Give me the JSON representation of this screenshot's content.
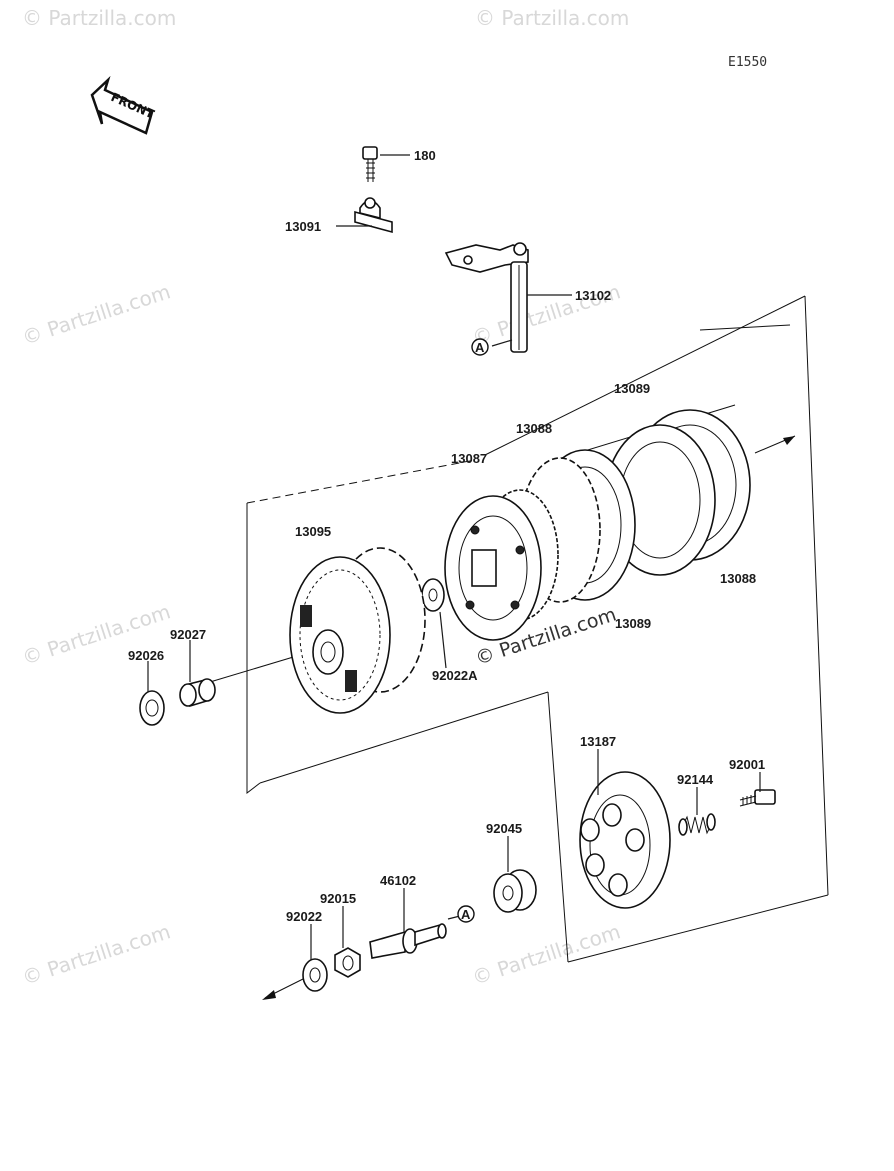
{
  "diagram_code": "E1550",
  "front_label": "FRONT",
  "watermark": "© Partzilla.com",
  "colors": {
    "line": "#1a1a1a",
    "watermark": "#d8d8d8",
    "background": "#ffffff"
  },
  "parts": [
    {
      "number": "180"
    },
    {
      "number": "13091"
    },
    {
      "number": "13102"
    },
    {
      "number": "13089"
    },
    {
      "number": "13088"
    },
    {
      "number": "13087"
    },
    {
      "number": "13095"
    },
    {
      "number": "92027"
    },
    {
      "number": "92026"
    },
    {
      "number": "92022A"
    },
    {
      "number": "13088"
    },
    {
      "number": "13089"
    },
    {
      "number": "13187"
    },
    {
      "number": "92144"
    },
    {
      "number": "92001"
    },
    {
      "number": "92045"
    },
    {
      "number": "46102"
    },
    {
      "number": "92015"
    },
    {
      "number": "92022"
    }
  ],
  "reference_marker": "A"
}
